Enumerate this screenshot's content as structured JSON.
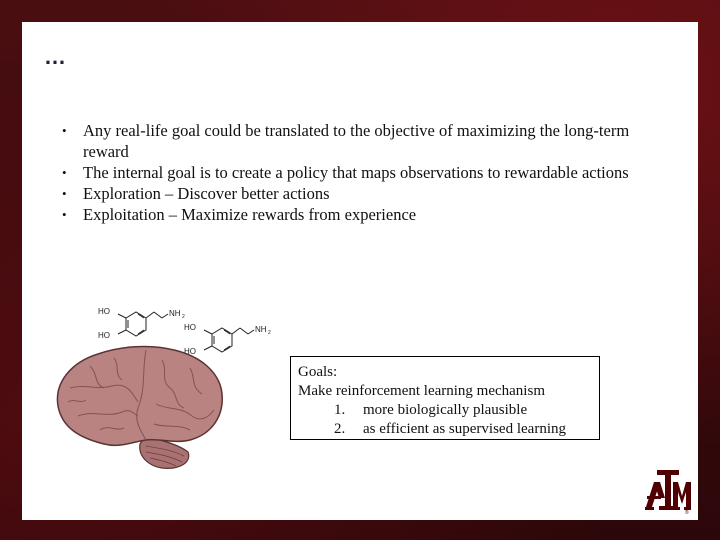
{
  "slide": {
    "title": "…",
    "bullets": [
      "Any real-life goal could be translated to the objective of maximizing the long-term reward",
      "The internal goal is to create a policy that maps observations to rewardable actions",
      "Exploration – Discover better actions",
      "Exploitation – Maximize rewards from experience"
    ],
    "bullet_glyph": "•"
  },
  "molecules": [
    {
      "ho_top": "HO",
      "ho_bottom": "HO",
      "nh2": "NH",
      "sub": "2"
    },
    {
      "ho_top": "HO",
      "ho_bottom": "HO",
      "nh2": "NH",
      "sub": "2"
    }
  ],
  "goals": {
    "heading": "Goals:",
    "intro": "Make reinforcement learning mechanism",
    "items": [
      {
        "num": "1.",
        "text": "more biologically plausible"
      },
      {
        "num": "2.",
        "text": "as efficient as supervised learning"
      }
    ]
  },
  "logo": {
    "text": "ATM",
    "mark": "®"
  },
  "colors": {
    "background": "#3a0a0c",
    "brand": "#500000",
    "brain": "#b98382"
  }
}
